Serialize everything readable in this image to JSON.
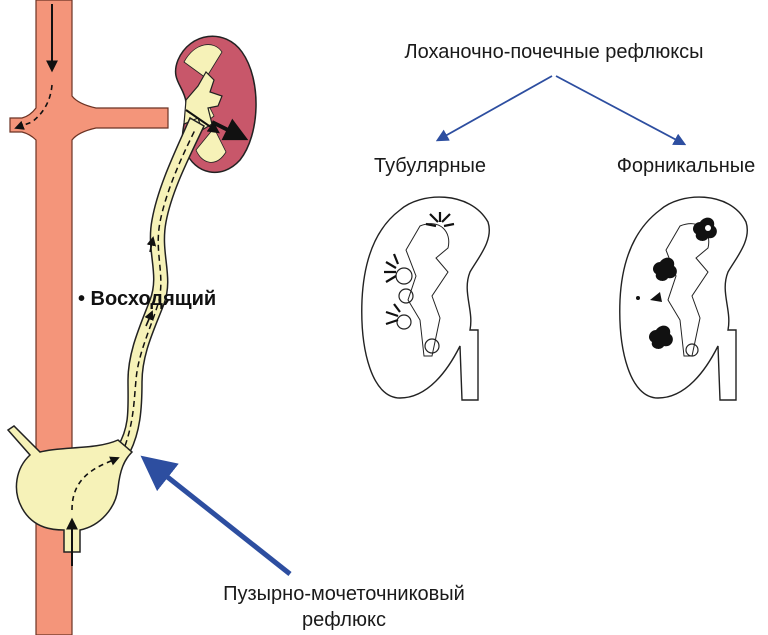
{
  "labels": {
    "title_right": "Лоханочно-почечные рефлюксы",
    "tubular": "Тубулярные",
    "fornical": "Форникальные",
    "ascending": "• Восходящий",
    "vur_line1": "Пузырно-мочеточниковый",
    "vur_line2": "рефлюкс"
  },
  "colors": {
    "vessel": "#f4957a",
    "kidney_cortex": "#c8576a",
    "kidney_pelvis": "#f6f2b8",
    "ureter": "#f6f2b8",
    "bladder": "#f6f2b8",
    "outline": "#222222",
    "accent_arrow": "#2d4ea0"
  }
}
